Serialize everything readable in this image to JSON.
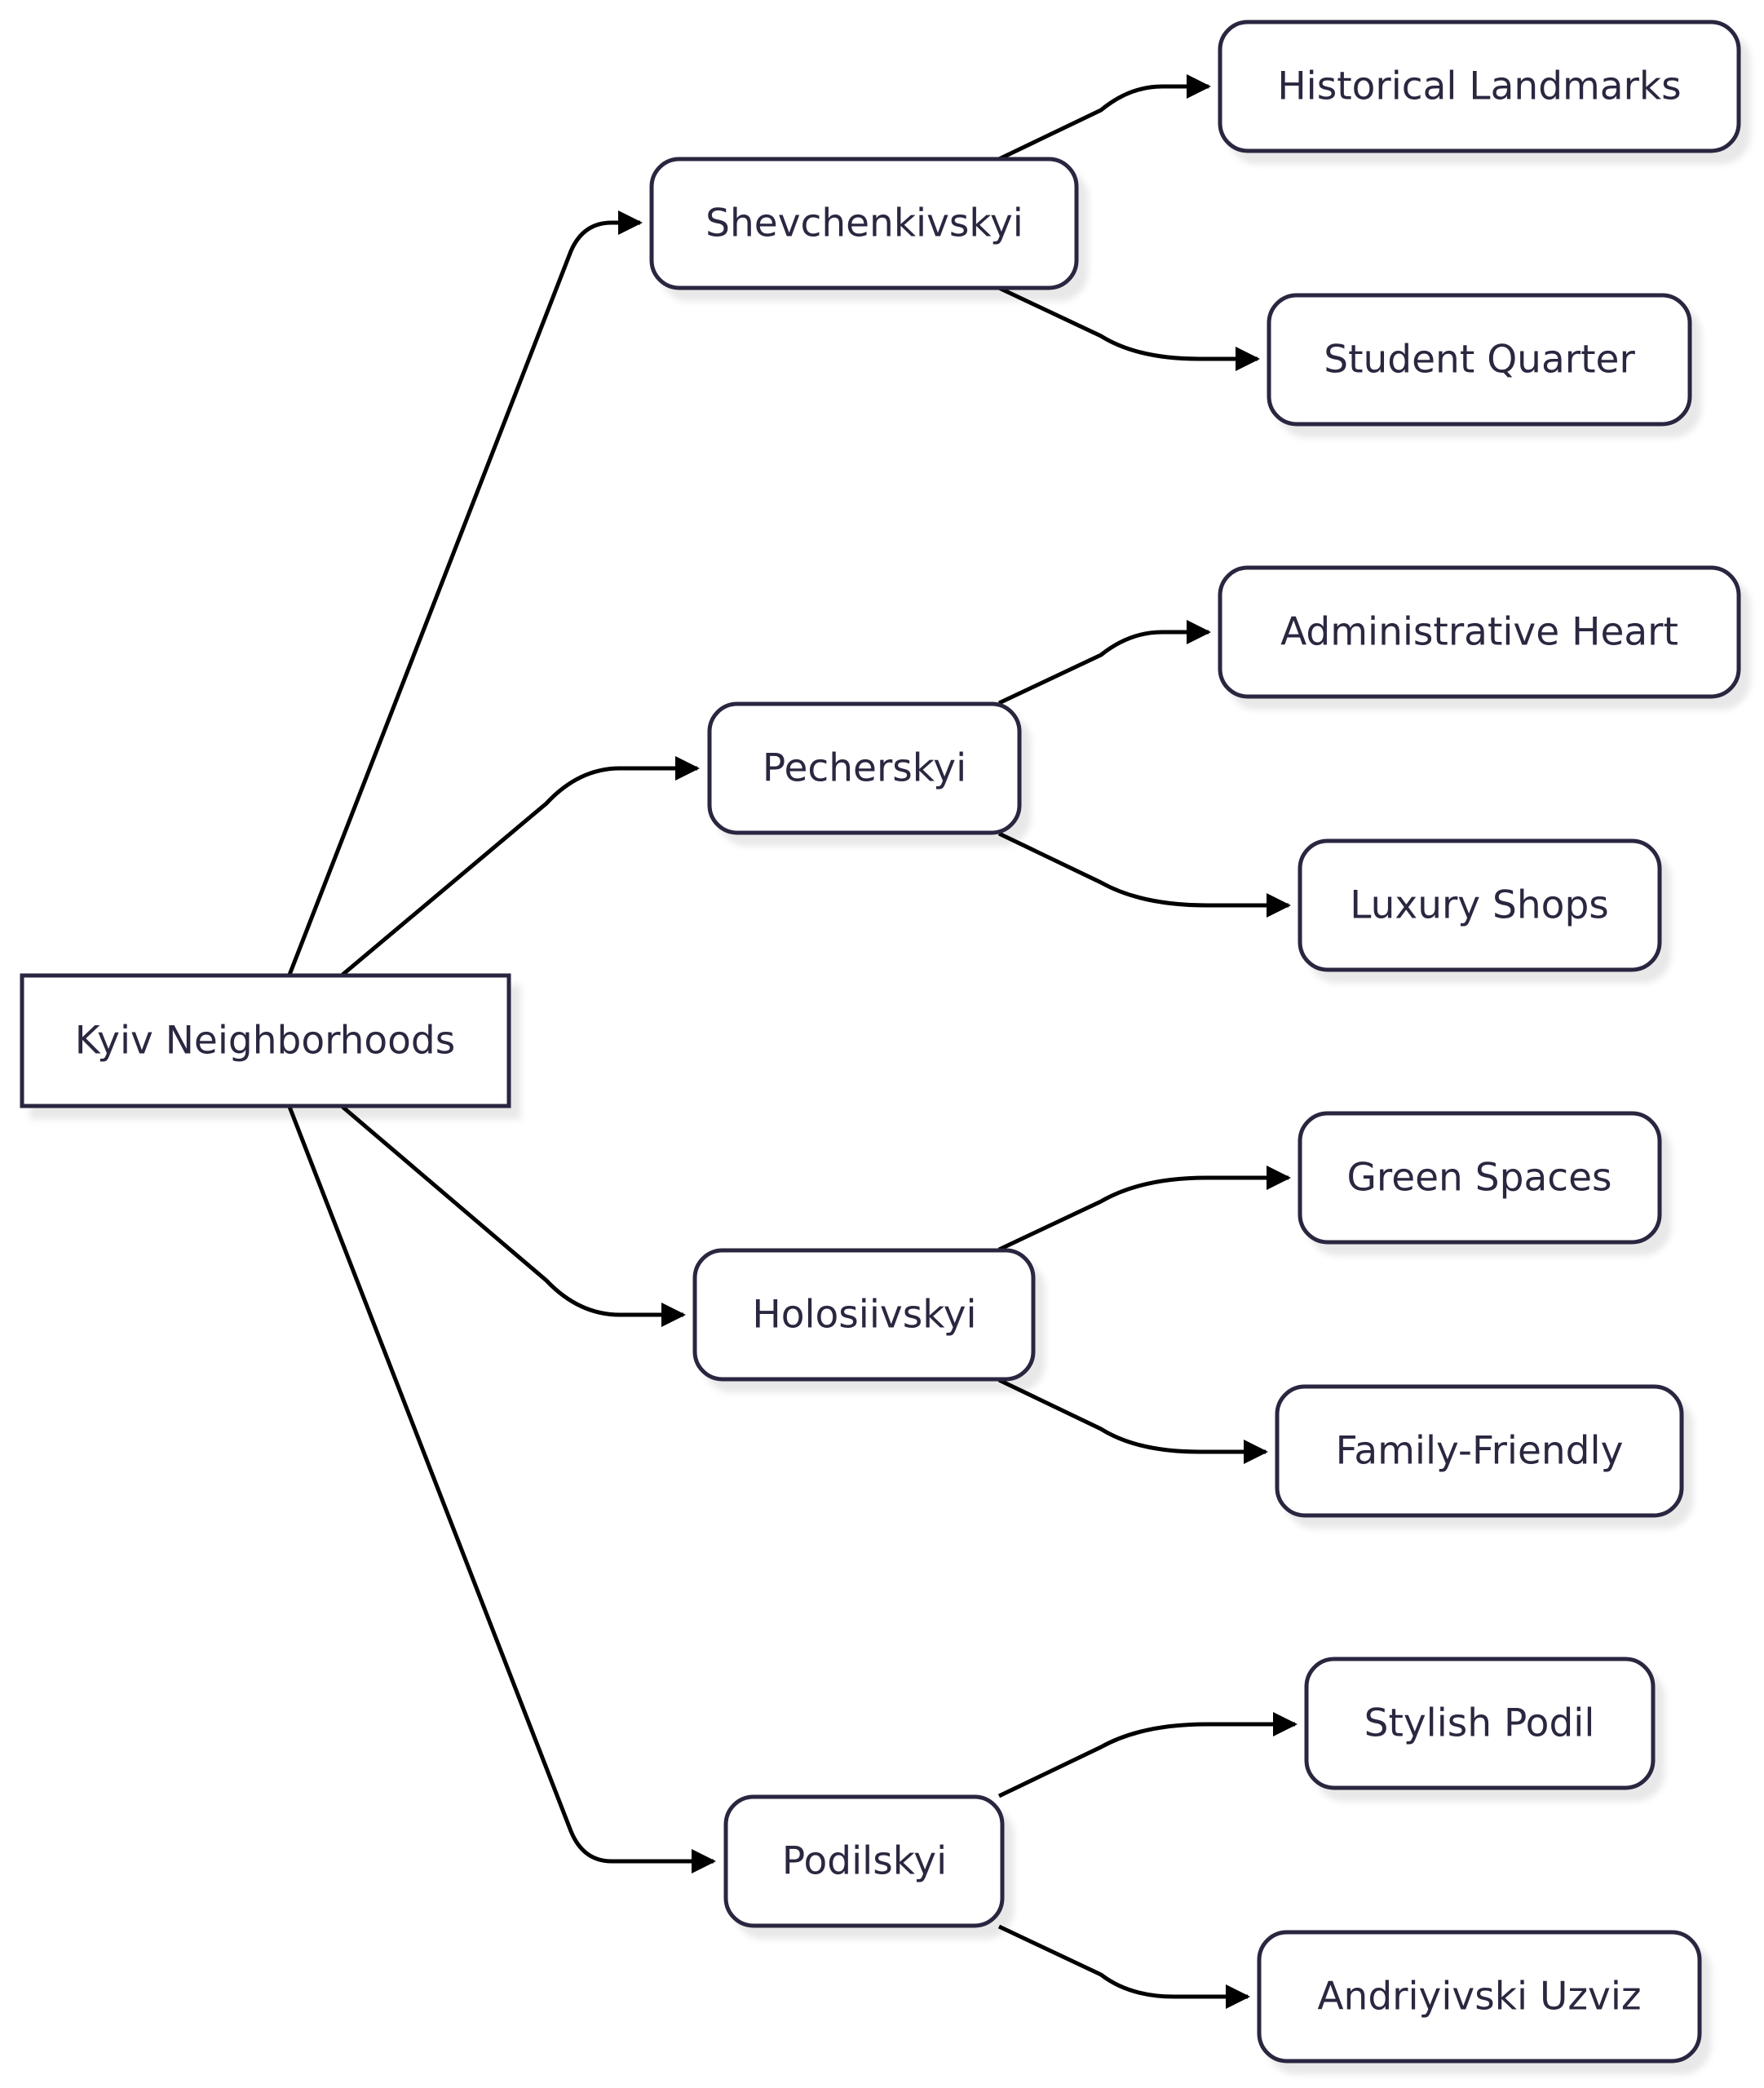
{
  "diagram": {
    "root": {
      "id": "root",
      "label": "Kyiv Neighborhoods"
    },
    "districts": [
      {
        "id": "shevchenkivskyi",
        "label": "Shevchenkivskyi",
        "children": [
          {
            "id": "historical-landmarks",
            "label": "Historical Landmarks"
          },
          {
            "id": "student-quarter",
            "label": "Student Quarter"
          }
        ]
      },
      {
        "id": "pecherskyi",
        "label": "Pecherskyi",
        "children": [
          {
            "id": "administrative-heart",
            "label": "Administrative Heart"
          },
          {
            "id": "luxury-shops",
            "label": "Luxury Shops"
          }
        ]
      },
      {
        "id": "holosiivskyi",
        "label": "Holosiivskyi",
        "children": [
          {
            "id": "green-spaces",
            "label": "Green Spaces"
          },
          {
            "id": "family-friendly",
            "label": "Family-Friendly"
          }
        ]
      },
      {
        "id": "podilskyi",
        "label": "Podilskyi",
        "children": [
          {
            "id": "stylish-podil",
            "label": "Stylish Podil"
          },
          {
            "id": "andriyivski-uzviz",
            "label": "Andriyivski Uzviz"
          }
        ]
      }
    ]
  }
}
